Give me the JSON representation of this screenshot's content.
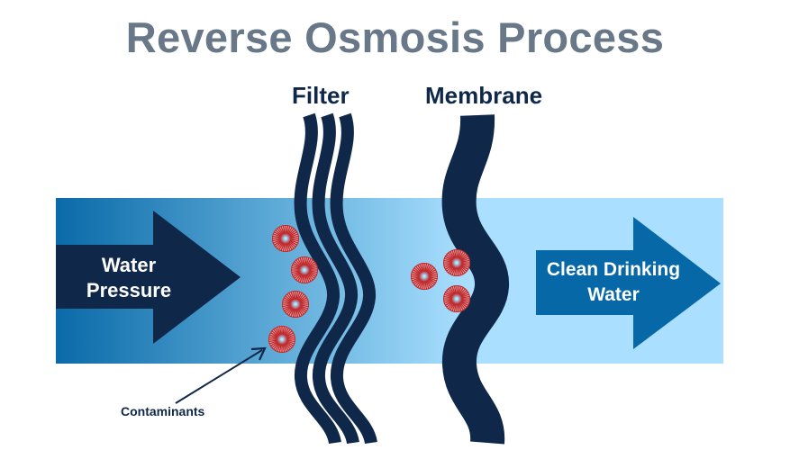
{
  "title": "Reverse Osmosis Process",
  "stages": {
    "filter": {
      "label": "Filter",
      "strand_count": 3
    },
    "membrane": {
      "label": "Membrane"
    }
  },
  "arrows": {
    "input": {
      "label": "Water Pressure"
    },
    "output": {
      "label": "Clean Drinking Water"
    }
  },
  "annotations": {
    "contaminants": "Contaminants"
  },
  "contaminants": {
    "at_filter_count": 4,
    "at_membrane_count": 3
  },
  "colors": {
    "title": "#687888",
    "dark_navy": "#0f2748",
    "band_start": "#0a6aa8",
    "band_mid": "#7cc1e8",
    "band_end": "#aadfff",
    "output_arrow": "#0668a6",
    "contaminant": "#c0282a",
    "contaminant_core": "#9fd4f2"
  }
}
